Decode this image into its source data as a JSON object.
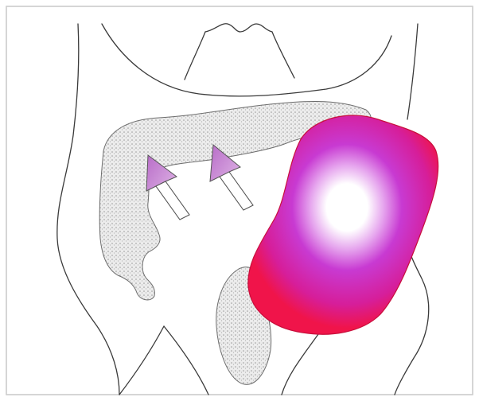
{
  "figure": {
    "subject": "abdomen-torso-outline",
    "elements": [
      {
        "name": "torso-outline",
        "kind": "line-drawing"
      },
      {
        "name": "colon",
        "kind": "stippled-shape"
      },
      {
        "name": "enlarged-organ",
        "kind": "gradient-mass"
      },
      {
        "name": "displacement-arrow",
        "kind": "arrow",
        "count": 2
      }
    ],
    "colors": {
      "frame_border": "#c9c9c9",
      "outline_stroke": "#3a3a3a",
      "colon_fill": "#e6e6e6",
      "colon_stipple": "#9a9a9a",
      "mass_outer": "#f0144a",
      "mass_mid": "#c832d2",
      "mass_inner": "#ffffff",
      "arrow_head": "#c988d6",
      "arrow_fill": "#ffffff"
    }
  }
}
